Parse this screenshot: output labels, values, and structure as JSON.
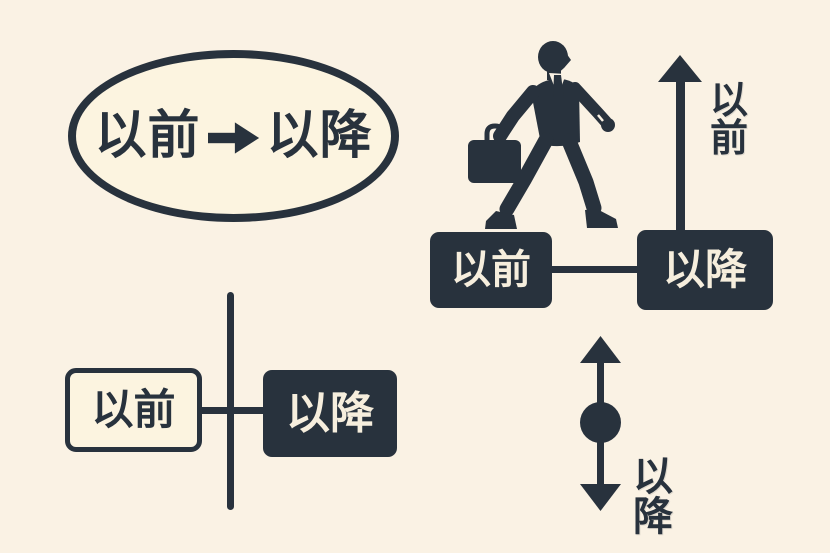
{
  "palette": {
    "background": "#faf2e4",
    "ink": "#28323d",
    "panel": "#fcf4e0",
    "light": "#f6eedd"
  },
  "oval_diagram": {
    "before_label": "以前",
    "after_label": "以降",
    "arrow_icon": "right-arrow"
  },
  "walk_diagram": {
    "before_box_label": "以前",
    "after_box_label": "以降",
    "up_arrow_label": "以前",
    "figure": "businessman-walking-silhouette"
  },
  "timeline_diagram": {
    "before_box_label": "以前",
    "after_box_label": "以降"
  },
  "updown_diagram": {
    "arrow_label": "以降"
  }
}
